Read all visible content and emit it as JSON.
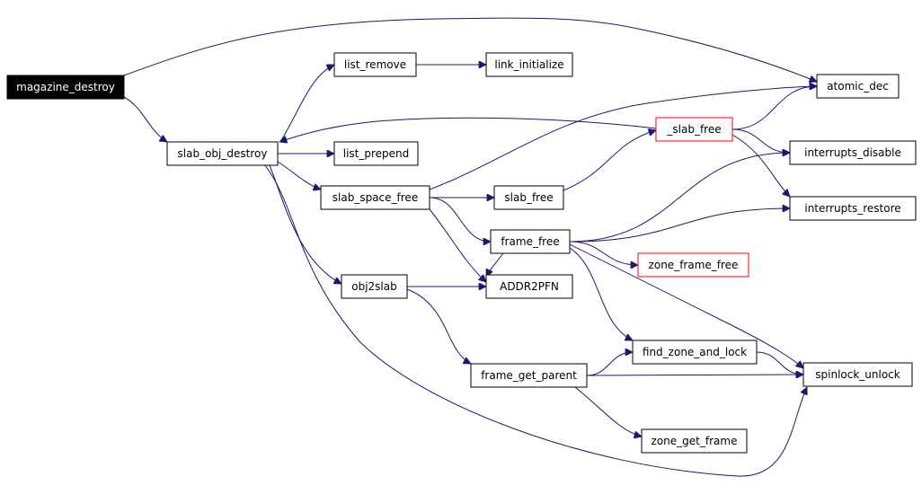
{
  "graph": {
    "type": "call-graph",
    "edge_color": "#191970",
    "root_fill": "#000000",
    "highlight_border": "#ff0000",
    "nodes": [
      {
        "id": "magazine_destroy",
        "label": "magazine_destroy",
        "style": "root"
      },
      {
        "id": "slab_obj_destroy",
        "label": "slab_obj_destroy",
        "style": "normal"
      },
      {
        "id": "list_remove",
        "label": "list_remove",
        "style": "normal"
      },
      {
        "id": "link_initialize",
        "label": "link_initialize",
        "style": "normal"
      },
      {
        "id": "list_prepend",
        "label": "list_prepend",
        "style": "normal"
      },
      {
        "id": "slab_space_free",
        "label": "slab_space_free",
        "style": "normal"
      },
      {
        "id": "slab_free",
        "label": "slab_free",
        "style": "normal"
      },
      {
        "id": "_slab_free",
        "label": "_slab_free",
        "style": "red"
      },
      {
        "id": "atomic_dec",
        "label": "atomic_dec",
        "style": "normal"
      },
      {
        "id": "interrupts_disable",
        "label": "interrupts_disable",
        "style": "normal"
      },
      {
        "id": "interrupts_restore",
        "label": "interrupts_restore",
        "style": "normal"
      },
      {
        "id": "frame_free",
        "label": "frame_free",
        "style": "normal"
      },
      {
        "id": "zone_frame_free",
        "label": "zone_frame_free",
        "style": "red"
      },
      {
        "id": "obj2slab",
        "label": "obj2slab",
        "style": "normal"
      },
      {
        "id": "ADDR2PFN",
        "label": "ADDR2PFN",
        "style": "normal"
      },
      {
        "id": "find_zone_and_lock",
        "label": "find_zone_and_lock",
        "style": "normal"
      },
      {
        "id": "frame_get_parent",
        "label": "frame_get_parent",
        "style": "normal"
      },
      {
        "id": "spinlock_unlock",
        "label": "spinlock_unlock",
        "style": "normal"
      },
      {
        "id": "zone_get_frame",
        "label": "zone_get_frame",
        "style": "normal"
      }
    ],
    "edges": [
      {
        "from": "magazine_destroy",
        "to": "atomic_dec"
      },
      {
        "from": "magazine_destroy",
        "to": "slab_obj_destroy"
      },
      {
        "from": "slab_obj_destroy",
        "to": "list_remove"
      },
      {
        "from": "list_remove",
        "to": "link_initialize"
      },
      {
        "from": "slab_obj_destroy",
        "to": "list_prepend"
      },
      {
        "from": "slab_obj_destroy",
        "to": "slab_space_free"
      },
      {
        "from": "slab_obj_destroy",
        "to": "obj2slab"
      },
      {
        "from": "slab_obj_destroy",
        "to": "spinlock_unlock"
      },
      {
        "from": "_slab_free",
        "to": "slab_obj_destroy"
      },
      {
        "from": "_slab_free",
        "to": "atomic_dec"
      },
      {
        "from": "_slab_free",
        "to": "interrupts_disable"
      },
      {
        "from": "_slab_free",
        "to": "interrupts_restore"
      },
      {
        "from": "slab_space_free",
        "to": "atomic_dec"
      },
      {
        "from": "slab_space_free",
        "to": "slab_free"
      },
      {
        "from": "slab_space_free",
        "to": "frame_free"
      },
      {
        "from": "slab_space_free",
        "to": "ADDR2PFN"
      },
      {
        "from": "slab_free",
        "to": "_slab_free"
      },
      {
        "from": "frame_free",
        "to": "interrupts_disable"
      },
      {
        "from": "frame_free",
        "to": "interrupts_restore"
      },
      {
        "from": "frame_free",
        "to": "zone_frame_free"
      },
      {
        "from": "frame_free",
        "to": "ADDR2PFN"
      },
      {
        "from": "frame_free",
        "to": "find_zone_and_lock"
      },
      {
        "from": "frame_free",
        "to": "spinlock_unlock"
      },
      {
        "from": "obj2slab",
        "to": "ADDR2PFN"
      },
      {
        "from": "obj2slab",
        "to": "frame_get_parent"
      },
      {
        "from": "frame_get_parent",
        "to": "find_zone_and_lock"
      },
      {
        "from": "frame_get_parent",
        "to": "spinlock_unlock"
      },
      {
        "from": "frame_get_parent",
        "to": "zone_get_frame"
      },
      {
        "from": "find_zone_and_lock",
        "to": "spinlock_unlock"
      }
    ]
  }
}
